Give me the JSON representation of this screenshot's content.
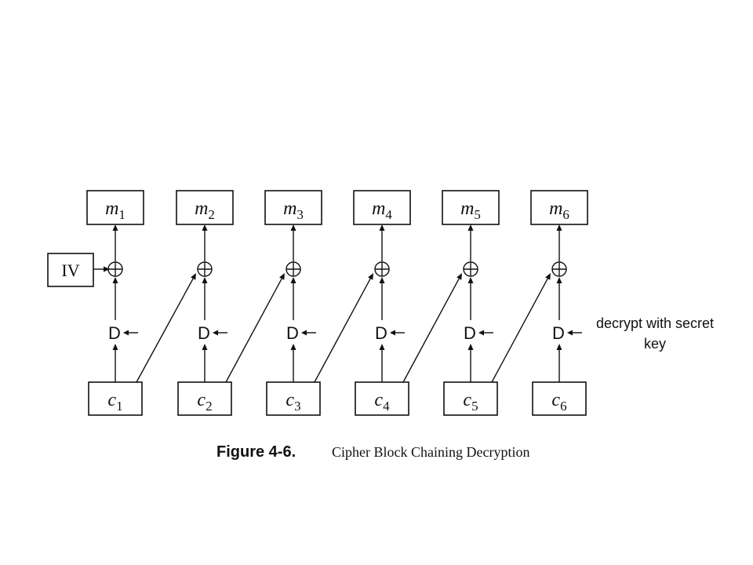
{
  "diagram": {
    "plaintext_blocks": [
      {
        "base": "m",
        "sub": "1"
      },
      {
        "base": "m",
        "sub": "2"
      },
      {
        "base": "m",
        "sub": "3"
      },
      {
        "base": "m",
        "sub": "4"
      },
      {
        "base": "m",
        "sub": "5"
      },
      {
        "base": "m",
        "sub": "6"
      }
    ],
    "ciphertext_blocks": [
      {
        "base": "c",
        "sub": "1"
      },
      {
        "base": "c",
        "sub": "2"
      },
      {
        "base": "c",
        "sub": "3"
      },
      {
        "base": "c",
        "sub": "4"
      },
      {
        "base": "c",
        "sub": "5"
      },
      {
        "base": "c",
        "sub": "6"
      }
    ],
    "iv_label": "IV",
    "decrypt_label": "D",
    "xor_symbol": "⊕",
    "annotation": [
      "decrypt with secret",
      "key"
    ]
  },
  "caption": {
    "figure_number": "Figure 4-6.",
    "title": "Cipher Block Chaining Decryption"
  }
}
